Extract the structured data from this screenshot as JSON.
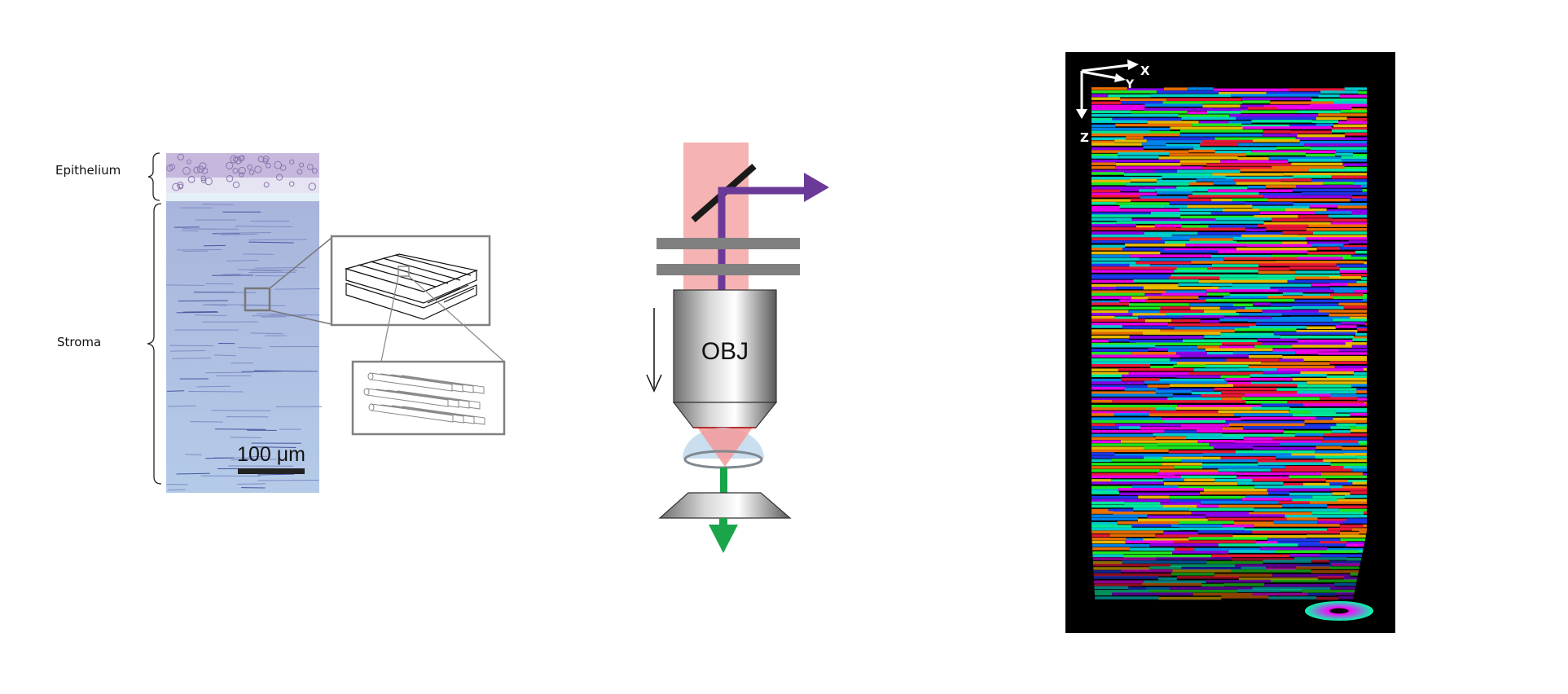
{
  "panel_a": {
    "labels": {
      "epithelium": "Epithelium",
      "stroma": "Stroma"
    },
    "scale_bar": "100 μm"
  },
  "panel_b": {
    "objective_label": "OBJ",
    "colors": {
      "beam": "#f4a6a6",
      "signal": "#6b3a99",
      "transmitted": "#1aa54a",
      "filters": "#808080"
    }
  },
  "panel_c": {
    "axes": {
      "x": "X",
      "y": "Y",
      "z": "Z"
    },
    "colors": {
      "background": "#000000"
    }
  }
}
